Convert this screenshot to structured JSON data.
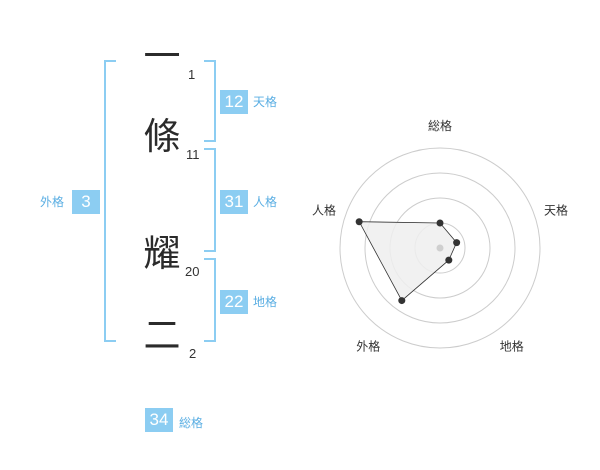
{
  "colors": {
    "accent": "#8ccdf2",
    "badge_fill": "#8ccdf2",
    "label_text": "#5aaee3",
    "char_text": "#2b2b2b",
    "radar_fill": "#eeeeee",
    "radar_ring": "#cccccc",
    "radar_point": "#333333"
  },
  "name": {
    "characters": [
      {
        "char": "一",
        "strokes": "1"
      },
      {
        "char": "條",
        "strokes": "11"
      },
      {
        "char": "耀",
        "strokes": "20"
      },
      {
        "char": "二",
        "strokes": "2"
      }
    ]
  },
  "kakusu": {
    "tenkaku": {
      "value": "12",
      "label": "天格"
    },
    "jinkaku": {
      "value": "31",
      "label": "人格"
    },
    "chikaku": {
      "value": "22",
      "label": "地格"
    },
    "gaikaku": {
      "value": "3",
      "label": "外格"
    },
    "soukaku": {
      "value": "34",
      "label": "総格"
    }
  },
  "chart_data": {
    "type": "radar",
    "axes": [
      "総格",
      "天格",
      "地格",
      "外格",
      "人格"
    ],
    "values": [
      1,
      0.7,
      0.6,
      2.6,
      3.4
    ],
    "range": [
      0,
      4
    ],
    "rings": 4,
    "grid": true
  }
}
